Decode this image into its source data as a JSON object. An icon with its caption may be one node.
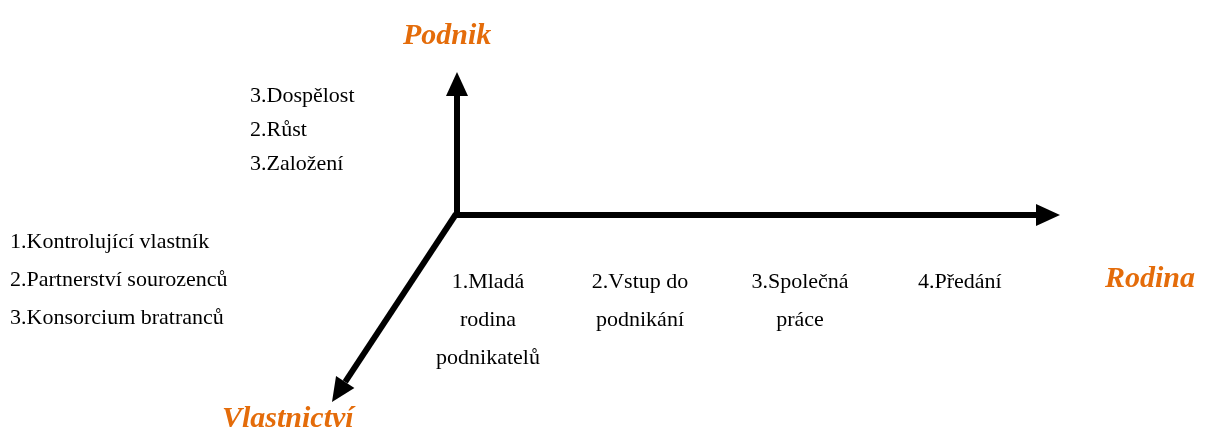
{
  "diagram": {
    "labels": [
      "Podnik",
      "3.Dospělost",
      "2.Růst",
      "3.Založení",
      "1.Kontrolující vlastník",
      "2.Partnerství sourozenců",
      "3.Konsorcium bratranců",
      "1.Mladá rodina podnikatelů",
      "2.Vstup do podnikání",
      "3.Společná práce",
      "4.Předání",
      "Rodina",
      "Vlastnictví"
    ]
  }
}
